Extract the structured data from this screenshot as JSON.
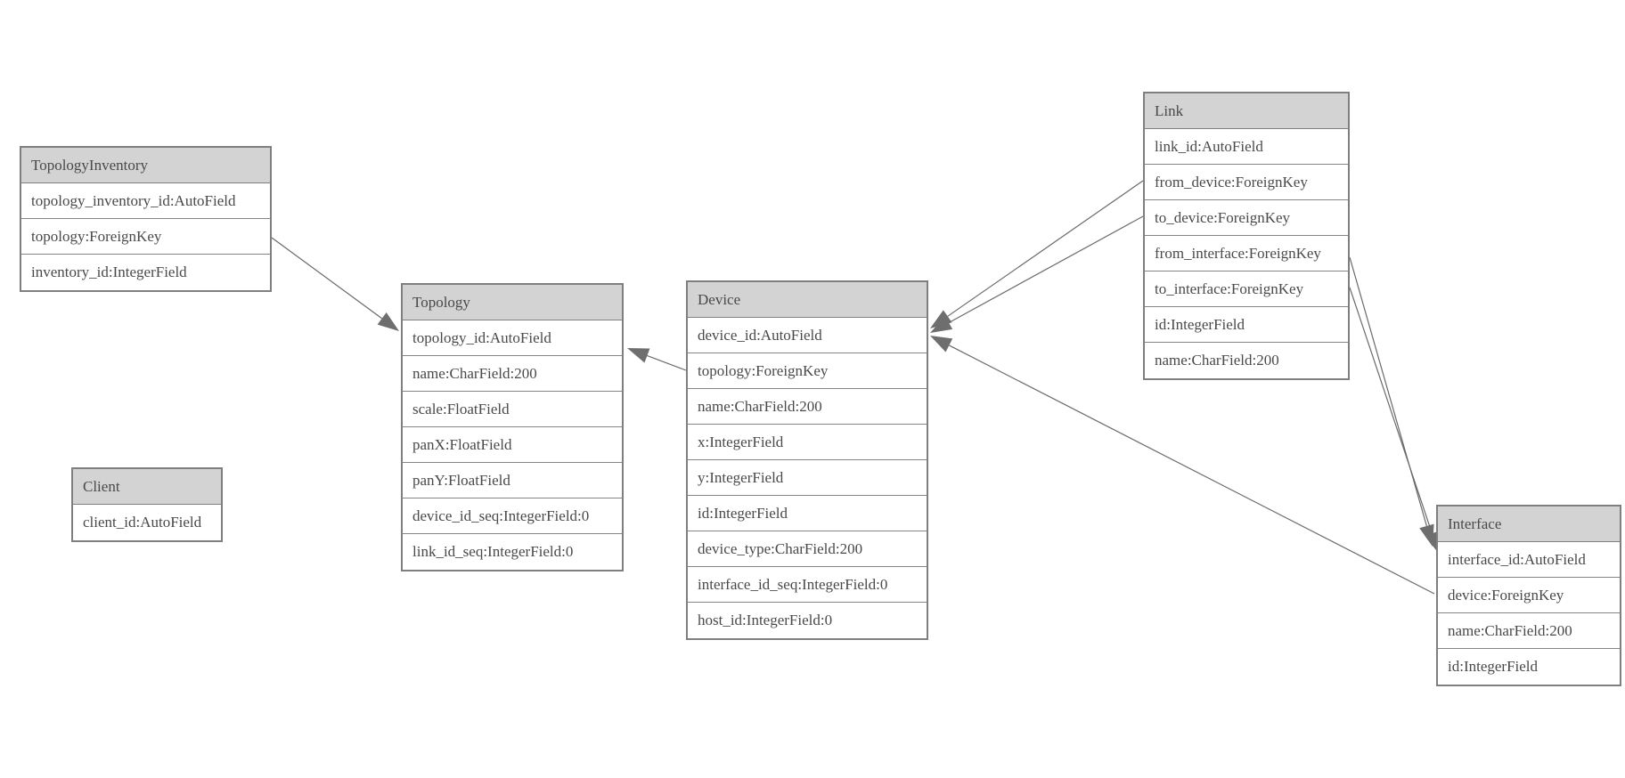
{
  "diagram_type": "database-model-diagram",
  "entities": [
    {
      "id": "topology_inventory",
      "title": "TopologyInventory",
      "fields": [
        "topology_inventory_id:AutoField",
        "topology:ForeignKey",
        "inventory_id:IntegerField"
      ]
    },
    {
      "id": "topology",
      "title": "Topology",
      "fields": [
        "topology_id:AutoField",
        "name:CharField:200",
        "scale:FloatField",
        "panX:FloatField",
        "panY:FloatField",
        "device_id_seq:IntegerField:0",
        "link_id_seq:IntegerField:0"
      ]
    },
    {
      "id": "client",
      "title": "Client",
      "fields": [
        "client_id:AutoField"
      ]
    },
    {
      "id": "device",
      "title": "Device",
      "fields": [
        "device_id:AutoField",
        "topology:ForeignKey",
        "name:CharField:200",
        "x:IntegerField",
        "y:IntegerField",
        "id:IntegerField",
        "device_type:CharField:200",
        "interface_id_seq:IntegerField:0",
        "host_id:IntegerField:0"
      ]
    },
    {
      "id": "link",
      "title": "Link",
      "fields": [
        "link_id:AutoField",
        "from_device:ForeignKey",
        "to_device:ForeignKey",
        "from_interface:ForeignKey",
        "to_interface:ForeignKey",
        "id:IntegerField",
        "name:CharField:200"
      ]
    },
    {
      "id": "interface",
      "title": "Interface",
      "fields": [
        "interface_id:AutoField",
        "device:ForeignKey",
        "name:CharField:200",
        "id:IntegerField"
      ]
    }
  ],
  "connections": [
    {
      "from_entity": "topology_inventory",
      "from_field": "topology",
      "to_entity": "topology"
    },
    {
      "from_entity": "device",
      "from_field": "topology",
      "to_entity": "topology"
    },
    {
      "from_entity": "link",
      "from_field": "from_device",
      "to_entity": "device"
    },
    {
      "from_entity": "link",
      "from_field": "to_device",
      "to_entity": "device"
    },
    {
      "from_entity": "interface",
      "from_field": "device",
      "to_entity": "device"
    },
    {
      "from_entity": "link",
      "from_field": "from_interface",
      "to_entity": "interface"
    },
    {
      "from_entity": "link",
      "from_field": "to_interface",
      "to_entity": "interface"
    }
  ],
  "colors": {
    "header_fill": "#d3d3d3",
    "table_border": "#7f7f7f",
    "text": "#494949",
    "edge_line": "#6a6a6a",
    "arrow_fill": "#6e6e6e",
    "background": "#ffffff"
  }
}
